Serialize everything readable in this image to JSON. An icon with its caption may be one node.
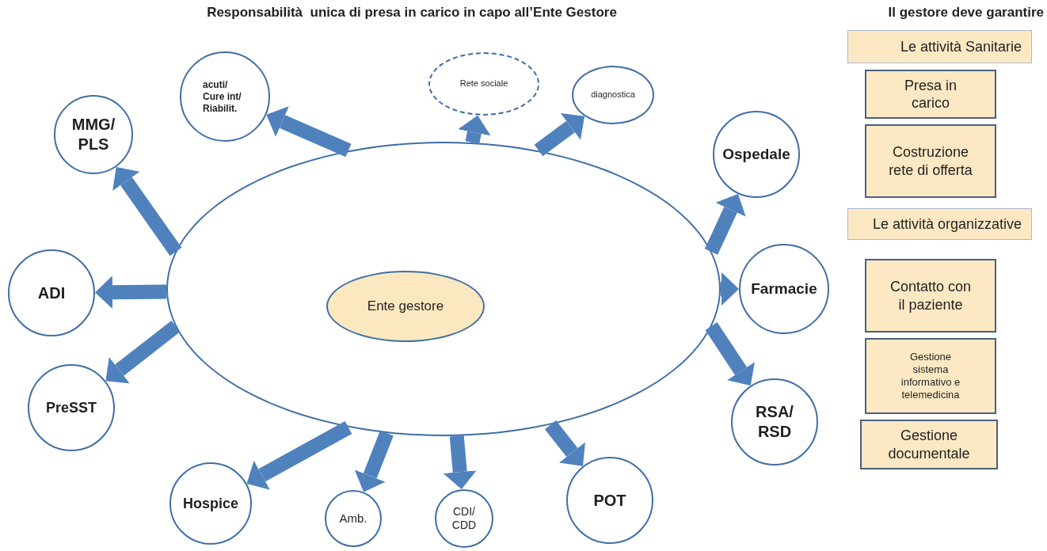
{
  "diagram": {
    "title": "Responsabilità  unica di presa in carico in capo all’Ente Gestore",
    "nodes": [
      {
        "text": [],
        "shape": "ellipse"
      },
      {
        "text": [
          "Ente gestore"
        ],
        "in": 0
      },
      {
        "text": [
          "MMG/ PLS"
        ]
      },
      {
        "text": [
          "acuti/ Cure int/ Riabilit."
        ]
      },
      {
        "text": [
          "Rete sociale"
        ]
      },
      {
        "text": [
          "diagnostica"
        ]
      },
      {
        "text": [
          "Ospedale"
        ]
      },
      {
        "text": [
          "ADI"
        ]
      },
      {
        "text": [
          "Farmacie"
        ]
      },
      {
        "text": [
          "PreSST"
        ]
      },
      {
        "text": [
          "Hospice"
        ]
      },
      {
        "text": [
          "Amb."
        ]
      },
      {
        "text": [
          "CDI/ CDD"
        ]
      },
      {
        "text": [
          "POT"
        ]
      },
      {
        "text": [
          "RSA/ RSD"
        ]
      },
      {
        "text": [
          "Le attività Sanitarie"
        ]
      },
      {
        "text": [
          "Presa in carico"
        ]
      },
      {
        "text": [
          "Costruzione rete di offerta"
        ]
      },
      {
        "text": [
          "Le attività organizzative"
        ]
      },
      {
        "text": [
          "Contatto con il paziente"
        ]
      },
      {
        "text": [
          "Gestione sistema informativo e telemedicina"
        ]
      },
      {
        "text": [
          "Gestione documentale"
        ]
      }
    ],
    "edges": [
      {
        "from": 0,
        "to": 2,
        "arrow": "to"
      },
      {
        "from": 0,
        "to": 3,
        "arrow": "to"
      },
      {
        "from": 0,
        "to": 4,
        "arrow": "to"
      },
      {
        "from": 0,
        "to": 5,
        "arrow": "to"
      },
      {
        "from": 0,
        "to": 6,
        "arrow": "to"
      },
      {
        "from": 0,
        "to": 7,
        "arrow": "to"
      },
      {
        "from": 0,
        "to": 8,
        "arrow": "to"
      },
      {
        "from": 0,
        "to": 9,
        "arrow": "to"
      },
      {
        "from": 0,
        "to": 10,
        "arrow": "to"
      },
      {
        "from": 0,
        "to": 11,
        "arrow": "to"
      },
      {
        "from": 0,
        "to": 12,
        "arrow": "to"
      },
      {
        "from": 0,
        "to": 13,
        "arrow": "to"
      },
      {
        "from": 0,
        "to": 14,
        "arrow": "to"
      }
    ],
    "labels": [
      "Il gestore deve garantire"
    ]
  }
}
